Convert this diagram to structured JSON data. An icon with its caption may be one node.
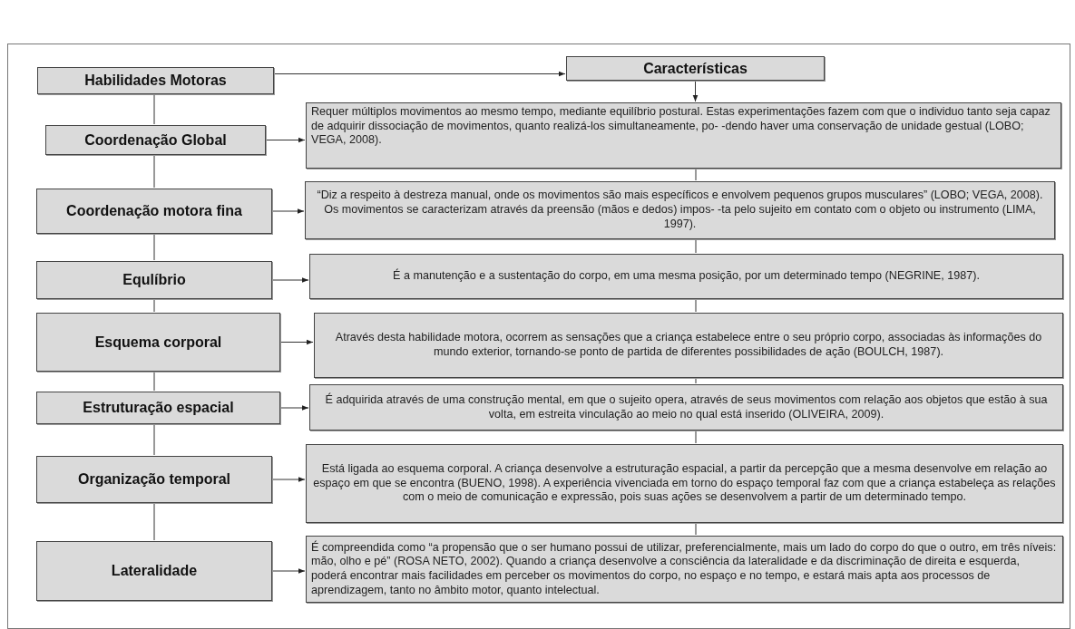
{
  "diagram": {
    "nodes": [
      {
        "text": [
          "Habilidades Motoras"
        ]
      },
      {
        "text": [
          "Características"
        ]
      },
      {
        "text": [
          "Coordenação Global"
        ]
      },
      {
        "text": [
          "Requer múltiplos movimentos ao mesmo tempo,  mediante equilíbrio postural. Estas experimentações fazem com que o individuo tanto seja capaz de adquirir dissociação de movimentos, quanto realizá-los simultaneamente, po- -dendo haver uma conservação de unidade gestual (LOBO; VEGA, 2008)."
        ]
      },
      {
        "text": [
          "Coordenação motora fina"
        ]
      },
      {
        "text": [
          "“Diz a respeito à destreza manual, onde os movimentos são mais específicos e envolvem pequenos grupos musculares” (LOBO; VEGA, 2008). Os movimentos se caracterizam através da preensão (mãos e dedos) impos- -ta pelo sujeito em contato com o objeto ou instrumento (LIMA, 1997)."
        ]
      },
      {
        "text": [
          "Equlíbrio"
        ]
      },
      {
        "text": [
          "É a manutenção e a sustentação do corpo, em uma mesma posição, por um determinado tempo (NEGRINE, 1987)."
        ]
      },
      {
        "text": [
          "Esquema corporal"
        ]
      },
      {
        "text": [
          "Através desta habilidade motora, ocorrem as sensações que a criança estabelece entre o seu próprio corpo, associadas às informações do mundo exterior, tornando-se ponto de partida de diferentes possibilidades de ação (BOULCH, 1987)."
        ]
      },
      {
        "text": [
          "Estruturação espacial"
        ]
      },
      {
        "text": [
          "É adquirida através de uma  construção mental, em que o sujeito opera, através de seus movimentos com relação aos objetos que estão à sua volta,  em estreita vinculação ao meio no qual está inserido (OLIVEIRA, 2009)."
        ]
      },
      {
        "text": [
          "Organização temporal"
        ]
      },
      {
        "text": [
          "Está ligada ao esquema corporal. A criança desenvolve a estruturação espacial, a partir da percepção que a  mesma desenvolve em relação ao espaço em que se encontra (BUENO, 1998). A experiência vivenciada em torno do espaço temporal faz com que a criança estabeleça as relações com o meio de comunicação e expressão, pois suas ações se desenvolvem a partir de um determinado tempo."
        ]
      },
      {
        "text": [
          "Lateralidade"
        ]
      },
      {
        "text": [
          "É compreendida como “a propensão que o ser humano possui de utilizar, preferencialmente, mais um lado do corpo do que o outro, em três níveis: mão, olho e pé” (ROSA NETO, 2002). Quando a criança desenvolve a consciência da lateralidade e da discriminação de direita e esquerda, poderá encontrar mais facilidades em perceber os movimentos do corpo, no espaço e no tempo, e estará mais apta aos processos de aprendizagem, tanto no âmbito motor, quanto intelectual."
        ]
      }
    ],
    "edges": [
      {
        "from": 0,
        "to": 1,
        "arrow": "to"
      },
      {
        "from": 1,
        "to": 3,
        "arrow": "to"
      },
      {
        "from": 0,
        "to": 2,
        "arrow": "none"
      },
      {
        "from": 2,
        "to": 3,
        "arrow": "to"
      },
      {
        "from": 2,
        "to": 4,
        "arrow": "none"
      },
      {
        "from": 3,
        "to": 5,
        "arrow": "none"
      },
      {
        "from": 4,
        "to": 5,
        "arrow": "to"
      },
      {
        "from": 4,
        "to": 6,
        "arrow": "none"
      },
      {
        "from": 5,
        "to": 7,
        "arrow": "none"
      },
      {
        "from": 6,
        "to": 7,
        "arrow": "to"
      },
      {
        "from": 6,
        "to": 8,
        "arrow": "none"
      },
      {
        "from": 7,
        "to": 9,
        "arrow": "none"
      },
      {
        "from": 8,
        "to": 9,
        "arrow": "to"
      },
      {
        "from": 8,
        "to": 10,
        "arrow": "none"
      },
      {
        "from": 9,
        "to": 11,
        "arrow": "none"
      },
      {
        "from": 10,
        "to": 11,
        "arrow": "to"
      },
      {
        "from": 10,
        "to": 12,
        "arrow": "none"
      },
      {
        "from": 11,
        "to": 13,
        "arrow": "none"
      },
      {
        "from": 12,
        "to": 13,
        "arrow": "to"
      },
      {
        "from": 12,
        "to": 14,
        "arrow": "none"
      },
      {
        "from": 13,
        "to": 15,
        "arrow": "none"
      },
      {
        "from": 14,
        "to": 15,
        "arrow": "to"
      }
    ]
  }
}
